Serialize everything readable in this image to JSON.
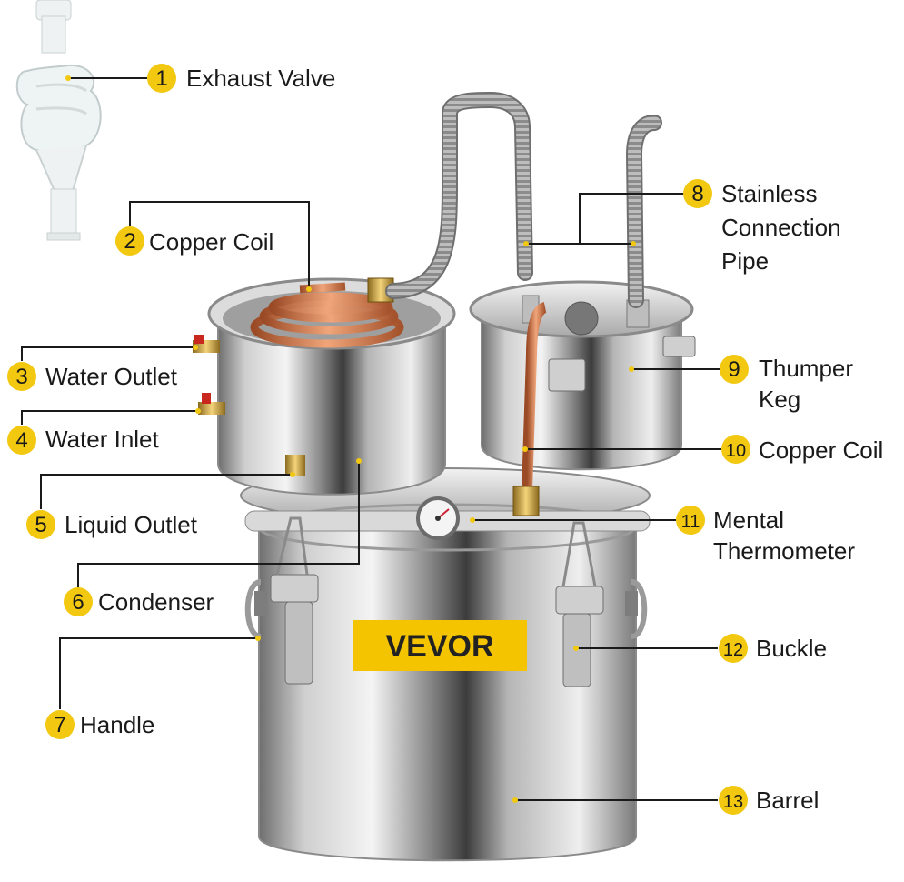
{
  "brand": {
    "name": "VEVOR",
    "plate_color": "#f5c400"
  },
  "colors": {
    "badge": "#f2c811",
    "leader": "#1a1a1a",
    "dot": "#f2c811"
  },
  "parts": [
    {
      "num": "1",
      "label": "Exhaust Valve"
    },
    {
      "num": "2",
      "label": "Copper Coil"
    },
    {
      "num": "3",
      "label": "Water Outlet"
    },
    {
      "num": "4",
      "label": "Water Inlet"
    },
    {
      "num": "5",
      "label": "Liquid Outlet"
    },
    {
      "num": "6",
      "label": "Condenser"
    },
    {
      "num": "7",
      "label": "Handle"
    },
    {
      "num": "8",
      "label_lines": [
        "Stainless",
        "Connection",
        "Pipe"
      ]
    },
    {
      "num": "9",
      "label_lines": [
        "Thumper",
        "Keg"
      ]
    },
    {
      "num": "10",
      "label": "Copper Coil"
    },
    {
      "num": "11",
      "label_lines": [
        "Mental",
        "Thermometer"
      ]
    },
    {
      "num": "12",
      "label": "Buckle"
    },
    {
      "num": "13",
      "label": "Barrel"
    }
  ]
}
